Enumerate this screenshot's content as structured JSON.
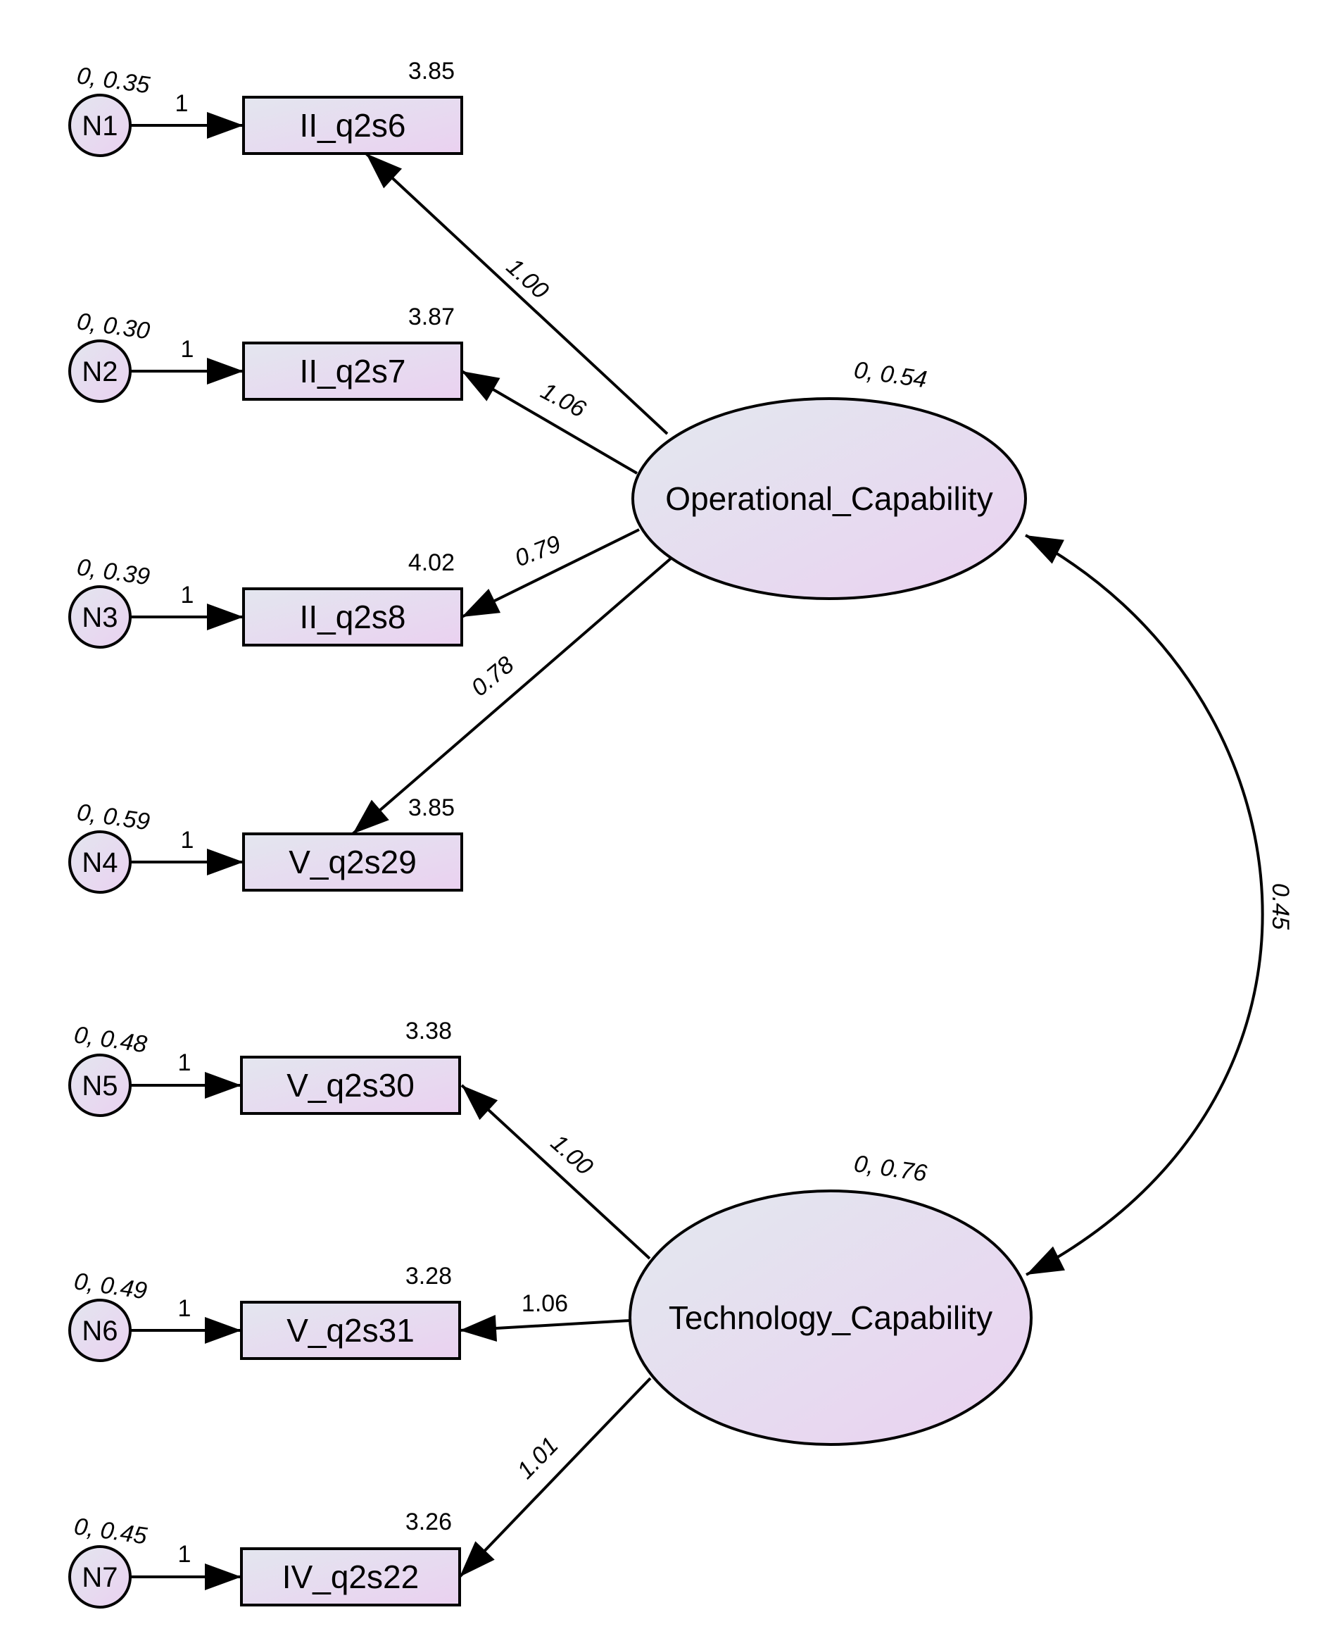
{
  "colors": {
    "stroke": "#000000",
    "fill_light": "#e3e6ef",
    "fill_pink": "#ead1f0"
  },
  "observed": [
    {
      "label": "II_q2s6",
      "intercept": "3.85"
    },
    {
      "label": "II_q2s7",
      "intercept": "3.87"
    },
    {
      "label": "II_q2s8",
      "intercept": "4.02"
    },
    {
      "label": "V_q2s29",
      "intercept": "3.85"
    },
    {
      "label": "V_q2s30",
      "intercept": "3.38"
    },
    {
      "label": "V_q2s31",
      "intercept": "3.28"
    },
    {
      "label": "IV_q2s22",
      "intercept": "3.26"
    }
  ],
  "errors": [
    {
      "label": "N1",
      "params": "0, 0.35",
      "weight": "1"
    },
    {
      "label": "N2",
      "params": "0, 0.30",
      "weight": "1"
    },
    {
      "label": "N3",
      "params": "0, 0.39",
      "weight": "1"
    },
    {
      "label": "N4",
      "params": "0, 0.59",
      "weight": "1"
    },
    {
      "label": "N5",
      "params": "0, 0.48",
      "weight": "1"
    },
    {
      "label": "N6",
      "params": "0, 0.49",
      "weight": "1"
    },
    {
      "label": "N7",
      "params": "0, 0.45",
      "weight": "1"
    }
  ],
  "latents": [
    {
      "label": "Operational_Capability",
      "params": "0, 0.54"
    },
    {
      "label": "Technology_Capability",
      "params": "0, 0.76"
    }
  ],
  "loadings": [
    "1.00",
    "1.06",
    "0.79",
    "0.78",
    "1.00",
    "1.06",
    "1.01"
  ],
  "covariance": "0.45"
}
